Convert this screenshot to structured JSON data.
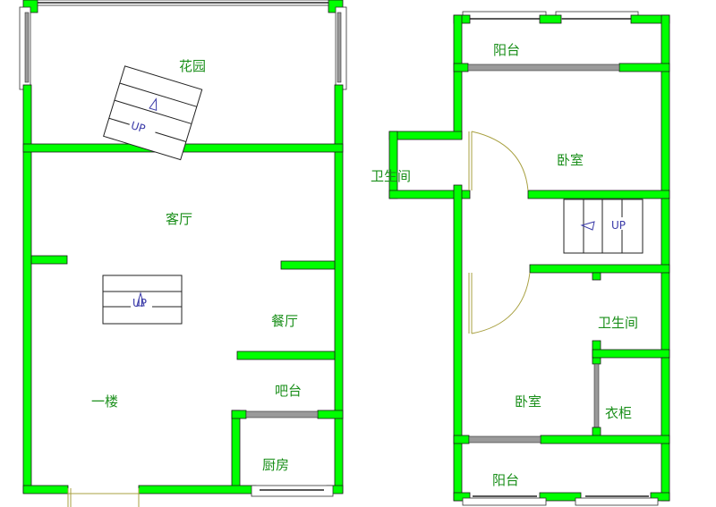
{
  "plan": {
    "floor1": {
      "title": "一楼",
      "rooms": {
        "garden": "花园",
        "living_room": "客厅",
        "dining_room": "餐厅",
        "bar": "吧台",
        "kitchen": "厨房",
        "floor_label": "一楼"
      },
      "stairs": [
        {
          "label": "UP"
        },
        {
          "label": "UP"
        }
      ]
    },
    "floor2": {
      "rooms": {
        "balcony_top": "阳台",
        "bathroom_left": "卫生间",
        "bedroom_top": "卧室",
        "bathroom_right": "卫生间",
        "bedroom_bottom": "卧室",
        "wardrobe": "衣柜",
        "balcony_bottom": "阳台"
      },
      "stairs": [
        {
          "label": "UP"
        }
      ]
    },
    "colors": {
      "wall": "#00ff00",
      "label": "#1a8f1a",
      "stair_text": "#3a3aa8",
      "door": "#a8a040"
    }
  }
}
